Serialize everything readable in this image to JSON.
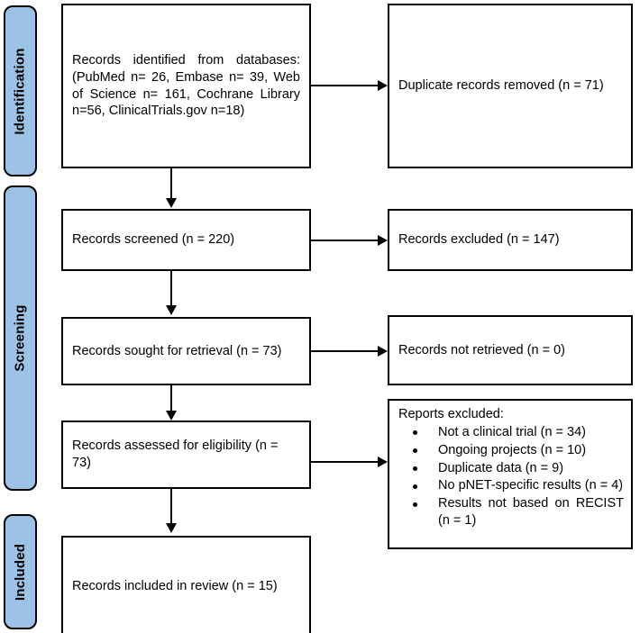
{
  "diagram": {
    "type": "PRISMA flow diagram",
    "accent_color": "#9CC3E5",
    "line_color": "#000000",
    "background": "#FFFFFF"
  },
  "stages": [
    {
      "key": "identification",
      "label": "Identification"
    },
    {
      "key": "screening",
      "label": "Screening"
    },
    {
      "key": "included",
      "label": "Included"
    }
  ],
  "boxes": {
    "records_identified": {
      "text": "Records identified from databases: (PubMed n= 26, Embase n= 39, Web of Science n= 161, Cochrane Library n=56, ClinicalTrials.gov n=18)"
    },
    "duplicates_removed": {
      "text": "Duplicate records removed (n = 71)"
    },
    "records_screened": {
      "text": "Records screened (n = 220)"
    },
    "records_excluded": {
      "text": "Records excluded (n = 147)"
    },
    "records_sought": {
      "text": "Records sought for retrieval (n = 73)"
    },
    "records_not_retrieved": {
      "text": "Records not retrieved (n = 0)"
    },
    "records_assessed": {
      "text": "Records assessed for eligibility (n = 73)"
    },
    "reports_excluded": {
      "title": "Reports excluded:",
      "items": [
        "Not a clinical trial (n = 34)",
        "Ongoing projects (n = 10)",
        "Duplicate data (n = 9)",
        "No pNET-specific results (n = 4)",
        "Results not based on RECIST (n = 1)"
      ]
    },
    "records_included": {
      "text": "Records included in review (n = 15)"
    }
  }
}
